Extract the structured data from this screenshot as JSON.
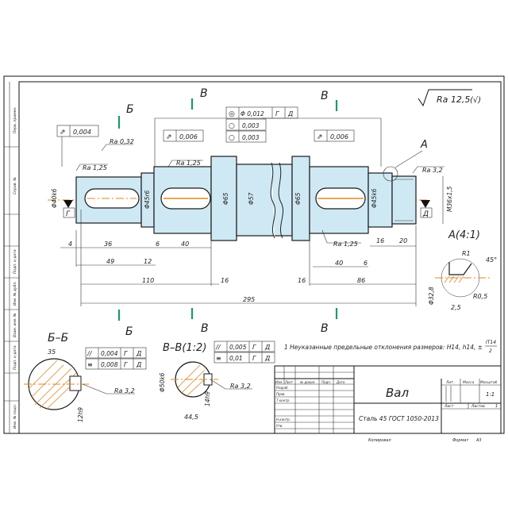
{
  "roughness": {
    "main": "Ra 12,5",
    "paren": "(√)"
  },
  "section_marks": {
    "b_cyr": "Б",
    "v_cyr": "В",
    "a_view": "А"
  },
  "detail_title": "А(4:1)",
  "views": {
    "bb": "Б–Б",
    "vv": "В–В(1:2)"
  },
  "datums": {
    "g": "Г",
    "d": "Д"
  },
  "tolerance": {
    "left_runout": "0,004",
    "mid_left_runout": "0,006",
    "right_runout": "0,006",
    "center_block": [
      {
        "sym": "◎",
        "val": "Φ 0,012",
        "ref1": "Г",
        "ref2": "Д"
      },
      {
        "sym": "○",
        "val": "0,003",
        "ref1": "",
        "ref2": ""
      },
      {
        "sym": "○",
        "val": "0,003",
        "ref1": "",
        "ref2": ""
      }
    ],
    "bb_rows": [
      {
        "sym": "//",
        "val": "0,004",
        "ref1": "Г",
        "ref2": "Д"
      },
      {
        "sym": "≡",
        "val": "0,008",
        "ref1": "Г",
        "ref2": "Д"
      }
    ],
    "vv_rows": [
      {
        "sym": "//",
        "val": "0,005",
        "ref1": "Г",
        "ref2": "Д"
      },
      {
        "sym": "≡",
        "val": "0,01",
        "ref1": "Г",
        "ref2": "Д"
      }
    ]
  },
  "roughness_callouts": {
    "ra032": "Ra 0,32",
    "ra125a": "Ra 1,25",
    "ra125b": "Ra 1,25",
    "ra125c": "Ra 1,25",
    "ra32a": "Ra 3,2",
    "ra32b": "Ra 3,2",
    "ra32c": "Ra 3,2"
  },
  "diameters": {
    "d40": "Φ40k6",
    "d45a": "Φ45r6",
    "d65a": "Φ65",
    "d57": "Φ57",
    "d65b": "Φ65",
    "d45b": "Φ45k6",
    "m36": "M36x1,5",
    "d50": "Φ50k6",
    "d328": "Φ32,8"
  },
  "dims": {
    "d4": "4",
    "d36": "36",
    "d49": "49",
    "d12": "12",
    "d6": "6",
    "d40a": "40",
    "d110": "110",
    "d16a": "16",
    "d16b": "16",
    "d86": "86",
    "d295": "295",
    "d40b": "40",
    "d6b": "6",
    "d16c": "16",
    "d20": "20",
    "bb35": "35",
    "bb129": "12h9",
    "vv445": "44,5",
    "vv14": "14h9",
    "r1": "R1",
    "a45": "45°",
    "r05": "R0,5",
    "d25": "2,5"
  },
  "note": "1 Неуказанные предельные отклонения размеров: H14, h14, ±",
  "note_frac": {
    "num": "IT14",
    "den": "2"
  },
  "title_block": {
    "name": "Вал",
    "material": "Сталь 45 ГОСТ 1050-2013",
    "lit": "Лит.",
    "mass": "Масса",
    "scale": "Масштаб",
    "scale_val": "1:1",
    "sheet": "Лист",
    "sheets": "Листов",
    "sheets_val": "1",
    "row_labels": [
      "Изм.",
      "Лист",
      "№ докум.",
      "Подп.",
      "Дата"
    ],
    "people": [
      "Разраб.",
      "Пров.",
      "Т.контр.",
      "",
      "Н.контр.",
      "Утв."
    ],
    "copied": "Копировал",
    "format": "Формат",
    "format_val": "А3"
  },
  "side_strip": [
    "Перв. примен.",
    "Справ. №",
    "Подп. и дата",
    "Инв. № дубл.",
    "Взам. инв. №",
    "Подп. и дата",
    "Инв. № подл."
  ]
}
